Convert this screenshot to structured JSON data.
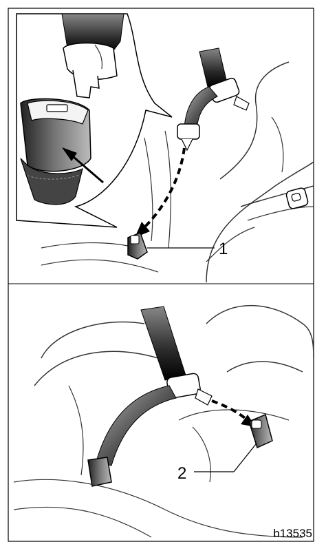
{
  "illustration": {
    "top_panel": {
      "callout_number": "1"
    },
    "bottom_panel": {
      "callout_number": "2"
    },
    "reference_code": "b13535"
  }
}
